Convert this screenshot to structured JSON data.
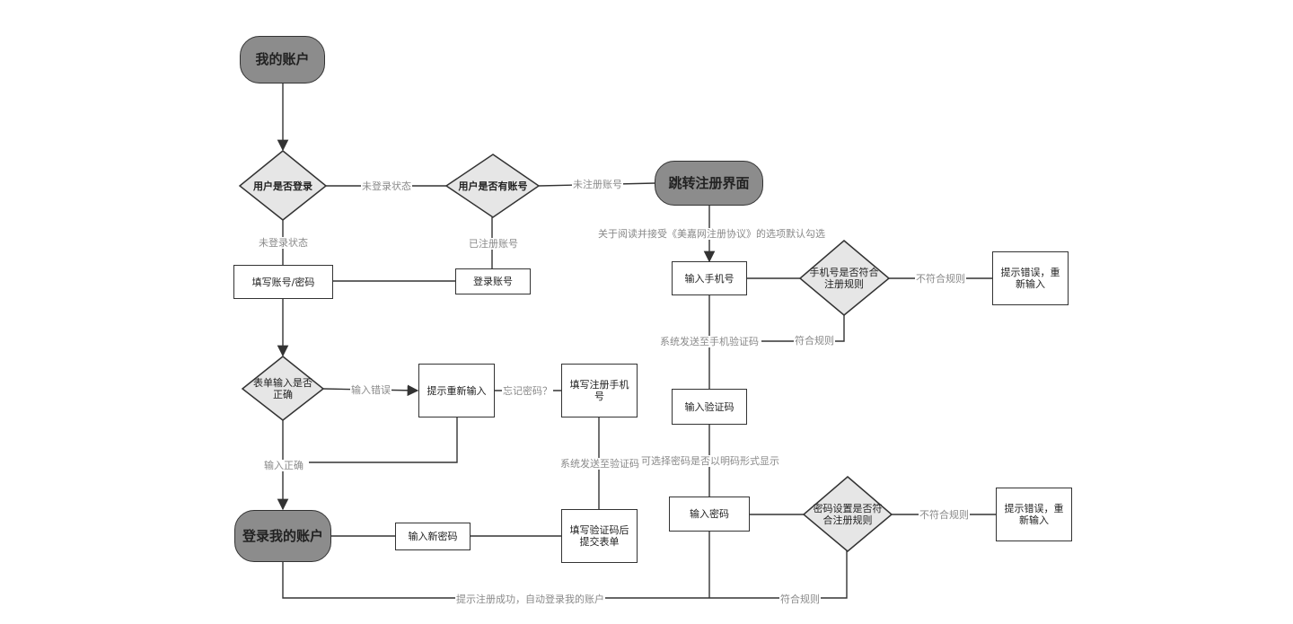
{
  "nodes": {
    "my_account": "我的账户",
    "is_logged_in": "用户是否登录",
    "has_account": "用户是否有账号",
    "goto_register": "跳转注册界面",
    "fill_account_pwd": "填写账号/密码",
    "login_account": "登录账号",
    "form_correct": "表单输入是否正确",
    "prompt_reenter": "提示重新输入",
    "fill_reg_phone": "填写注册手机号",
    "login_my_account": "登录我的账户",
    "input_new_pwd": "输入新密码",
    "fill_code_submit": "填写验证码后提交表单",
    "input_phone": "输入手机号",
    "phone_valid": "手机号是否符合注册规则",
    "error_reenter_1": "提示错误，重新输入",
    "input_code": "输入验证码",
    "input_pwd": "输入密码",
    "pwd_valid": "密码设置是否符合注册规则",
    "error_reenter_2": "提示错误，重新输入"
  },
  "edge_labels": {
    "not_logged_1": "未登录状态",
    "not_logged_2": "未登录状态",
    "not_registered": "未注册账号",
    "registered": "已注册账号",
    "agreement_default": "关于阅读并接受《美嘉网注册协议》的选项默认勾选",
    "phone_invalid": "不符合规则",
    "phone_ok": "符合规则",
    "sys_send_phone_code": "系统发送至手机验证码",
    "input_error": "输入错误",
    "forgot_pwd": "忘记密码？",
    "sys_send_code": "系统发送至验证码",
    "input_correct": "输入正确",
    "pwd_visible_option": "可选择密码是否以明码形式显示",
    "pwd_invalid": "不符合规则",
    "pwd_ok": "符合规则",
    "register_success": "提示注册成功，自动登录我的账户"
  },
  "colors": {
    "terminal_fill": "#8c8c8c",
    "decision_fill": "#e6e6e6",
    "stroke": "#333333",
    "label_text": "#8a8a8a"
  }
}
